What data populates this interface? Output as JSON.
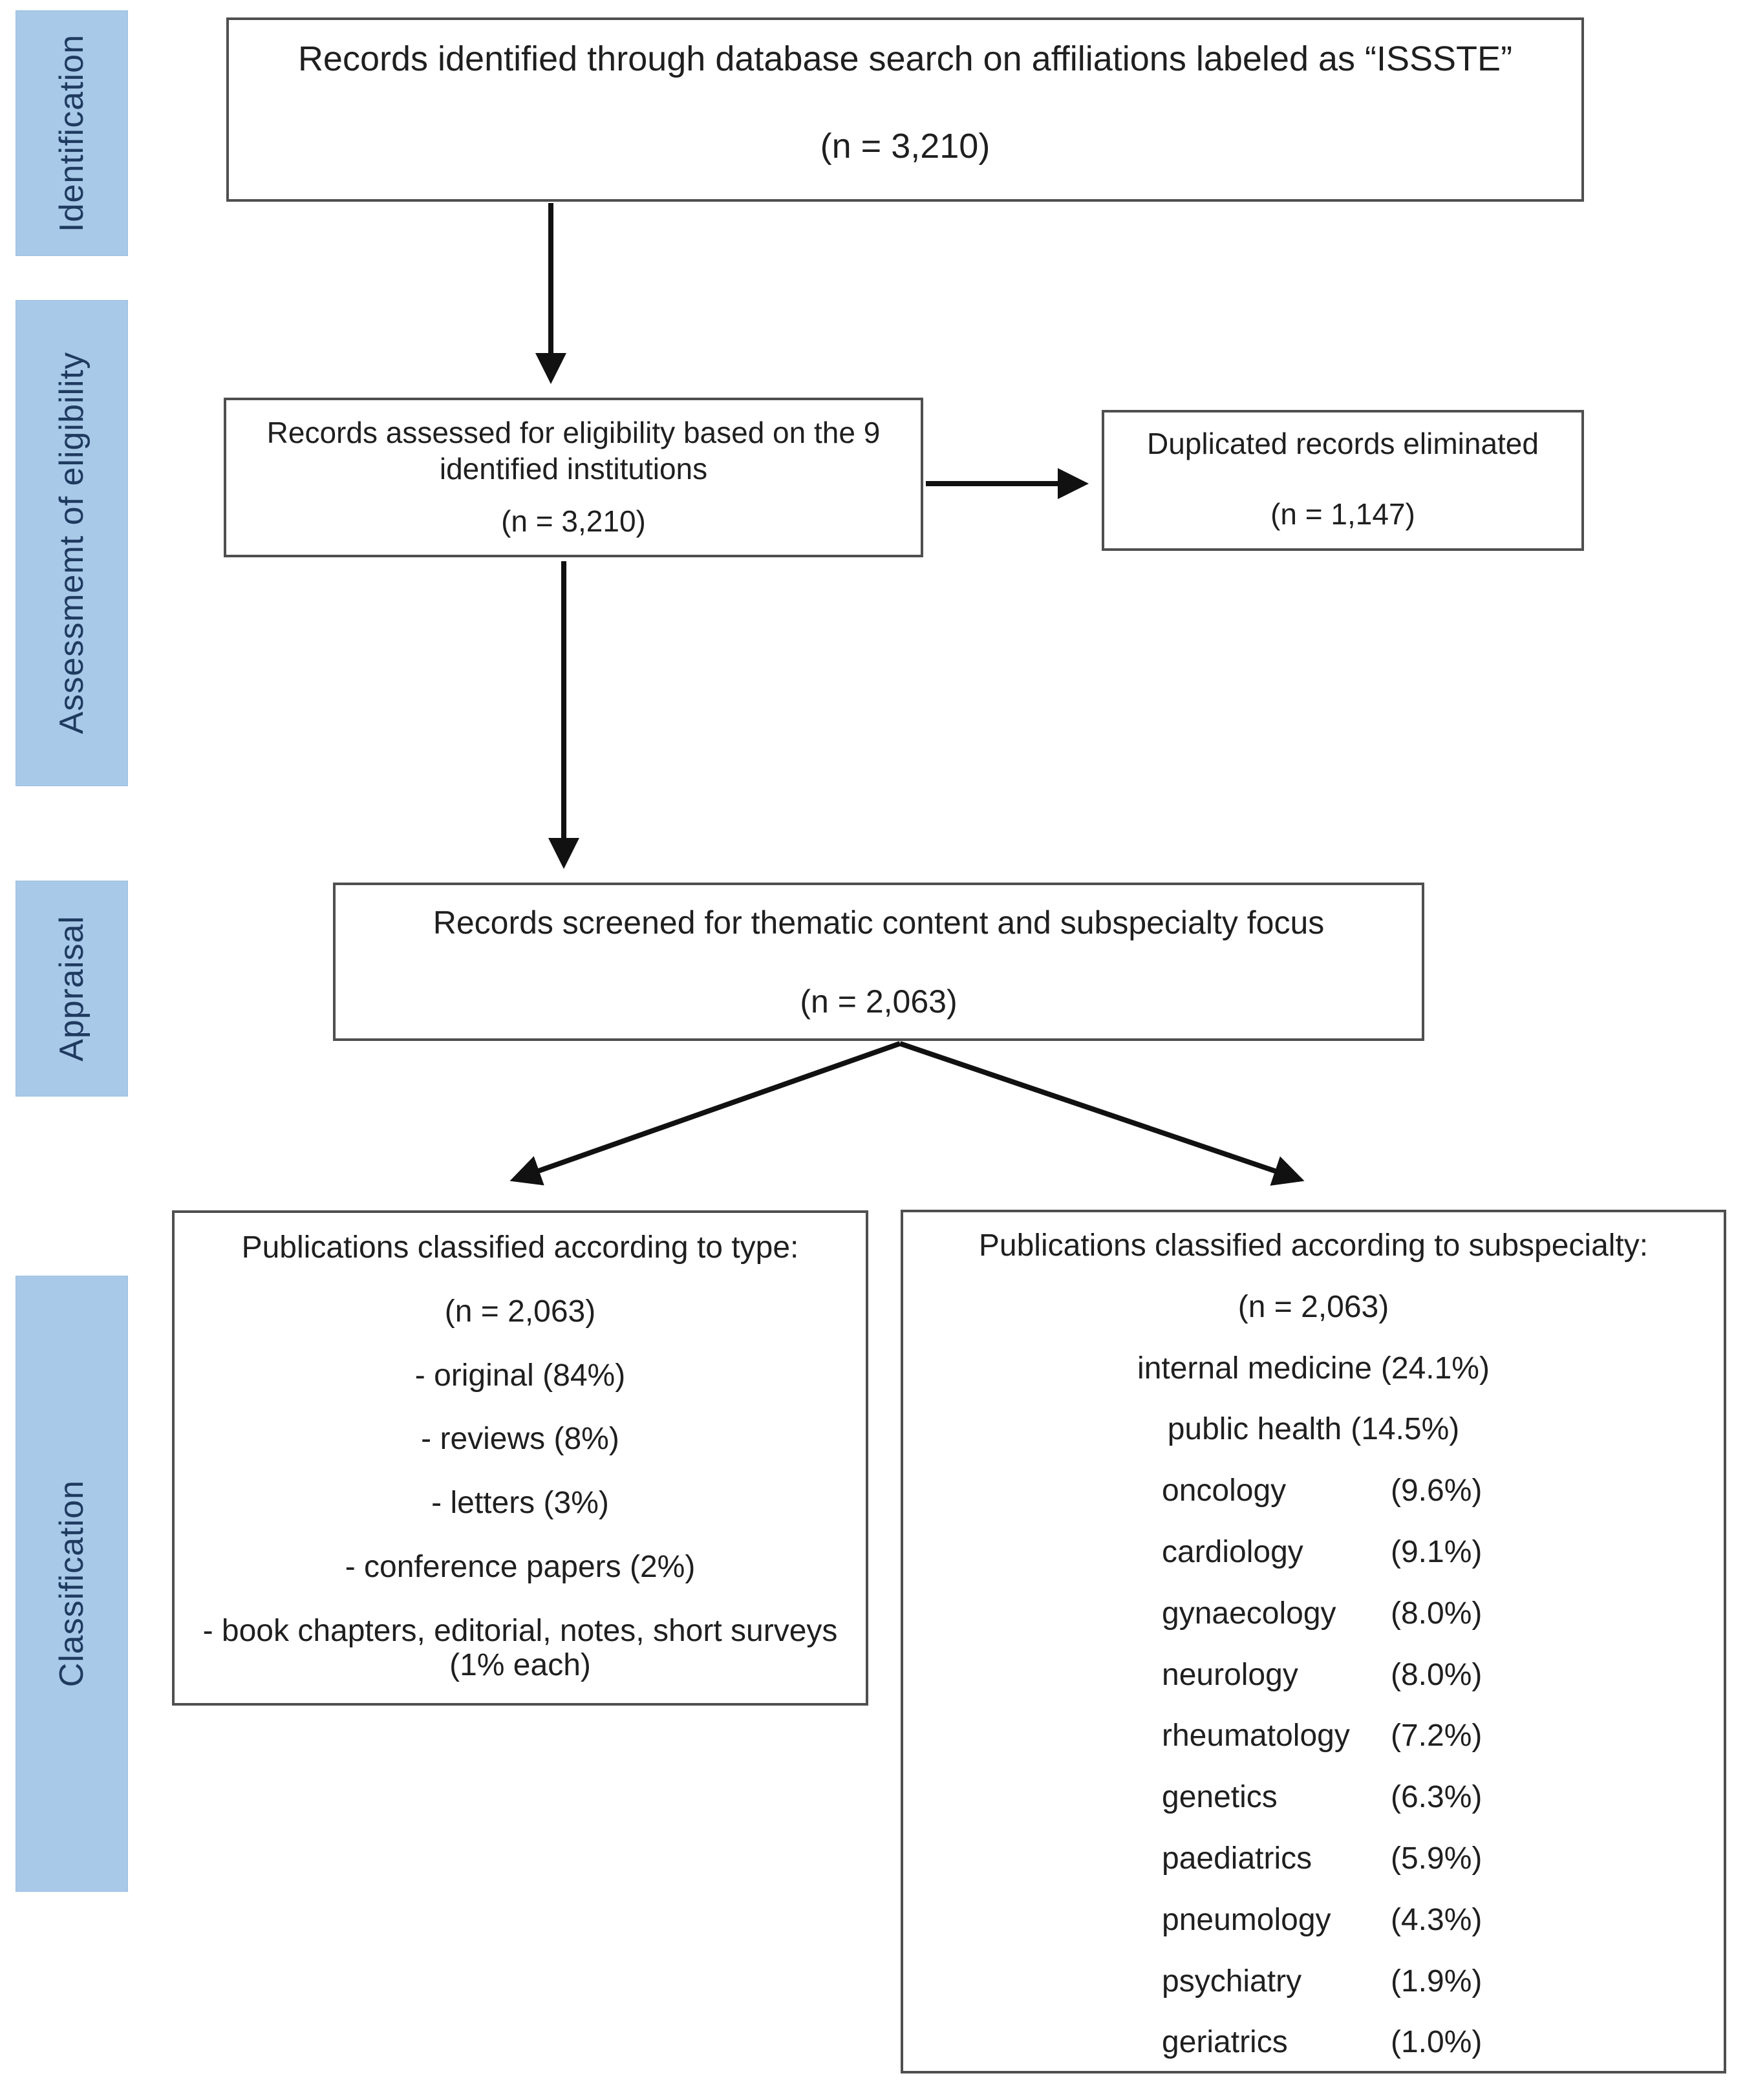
{
  "figure": {
    "stages": {
      "identification": "Identification",
      "assessment": "Assessmemt of eligibility",
      "appraisal": "Appraisal",
      "classification": "Classification"
    },
    "boxes": {
      "identified": {
        "text": "Records identified through database search on affiliations labeled as “ISSSTE”",
        "n": "(n = 3,210)"
      },
      "assessed": {
        "text": "Records assessed for eligibility based on the 9 identified institutions",
        "n": "(n = 3,210)"
      },
      "duplicates": {
        "text": "Duplicated records eliminated",
        "n": "(n = 1,147)"
      },
      "screened": {
        "text": "Records screened for thematic content and subspecialty focus",
        "n": "(n = 2,063)"
      },
      "by_type": {
        "title": "Publications classified according to type:",
        "n": "(n = 2,063)",
        "items": [
          "- original (84%)",
          "- reviews (8%)",
          "- letters (3%)",
          "- conference papers (2%)",
          "- book chapters, editorial, notes, short surveys (1% each)"
        ]
      },
      "by_subspecialty": {
        "title": "Publications classified according to subspecialty:",
        "n": "(n = 2,063)",
        "items": [
          {
            "name": "internal medicine",
            "pct": "(24.1%)"
          },
          {
            "name": "public health",
            "pct": "(14.5%)"
          },
          {
            "name": "oncology",
            "pct": "(9.6%)"
          },
          {
            "name": "cardiology",
            "pct": "(9.1%)"
          },
          {
            "name": "gynaecology",
            "pct": "(8.0%)"
          },
          {
            "name": "neurology",
            "pct": "(8.0%)"
          },
          {
            "name": "rheumatology",
            "pct": "(7.2%)"
          },
          {
            "name": "genetics",
            "pct": "(6.3%)"
          },
          {
            "name": "paediatrics",
            "pct": "(5.9%)"
          },
          {
            "name": "pneumology",
            "pct": "(4.3%)"
          },
          {
            "name": "psychiatry",
            "pct": "(1.9%)"
          },
          {
            "name": "geriatrics",
            "pct": "(1.0%)"
          }
        ]
      }
    },
    "colors": {
      "stage_fill": "#A8C9E8",
      "stage_text": "#1F3A5F",
      "box_border": "#4F4F4F",
      "arrow": "#111111"
    }
  }
}
